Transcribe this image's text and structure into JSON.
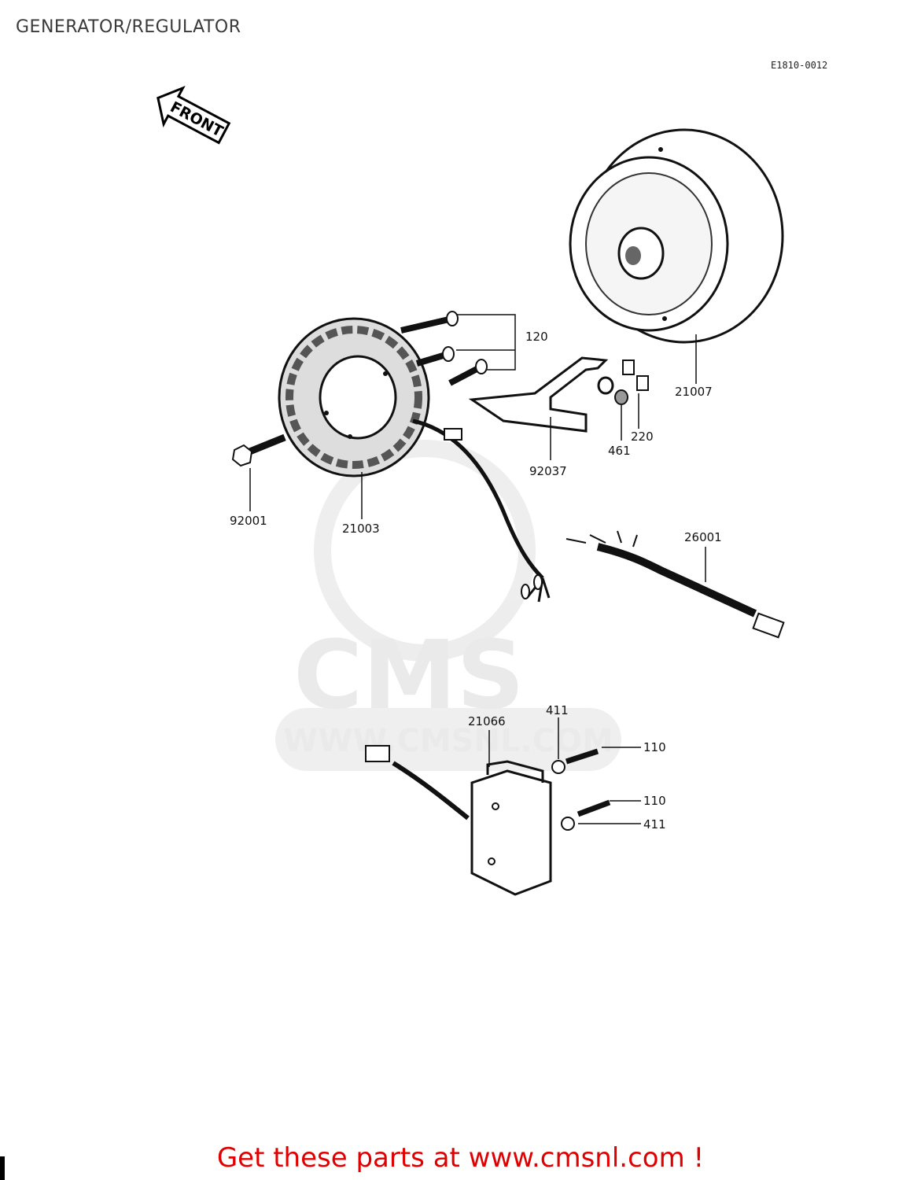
{
  "header": {
    "title": "GENERATOR/REGULATOR",
    "diagram_code": "E1810-0012"
  },
  "front_arrow": {
    "label": "FRONT"
  },
  "watermark": {
    "brand": "CMS",
    "url": "WWW.CMSNL.COM"
  },
  "callouts": [
    {
      "id": "120",
      "label": "120"
    },
    {
      "id": "21007",
      "label": "21007"
    },
    {
      "id": "220",
      "label": "220"
    },
    {
      "id": "461",
      "label": "461"
    },
    {
      "id": "92037",
      "label": "92037"
    },
    {
      "id": "92001",
      "label": "92001"
    },
    {
      "id": "21003",
      "label": "21003"
    },
    {
      "id": "26001",
      "label": "26001"
    },
    {
      "id": "21066",
      "label": "21066"
    },
    {
      "id": "411a",
      "label": "411"
    },
    {
      "id": "110a",
      "label": "110"
    },
    {
      "id": "110b",
      "label": "110"
    },
    {
      "id": "411b",
      "label": "411"
    }
  ],
  "footer": {
    "text": "Get these parts at www.cmsnl.com !",
    "color": "#e00000"
  }
}
